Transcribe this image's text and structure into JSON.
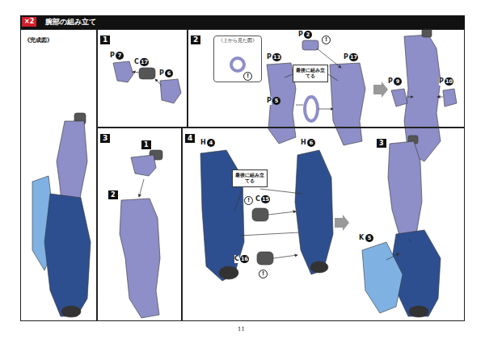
{
  "diagram": {
    "title": "腕部の組み立て",
    "nodes": [
      {
        "text": [
          "《完成図》"
        ]
      },
      {
        "text": [
          "1"
        ]
      },
      {
        "text": [
          "2"
        ]
      },
      {
        "text": [
          "3"
        ]
      },
      {
        "text": [
          "4"
        ]
      },
      {
        "text": [
          "《上から見た図》"
        ],
        "in": 2
      },
      {
        "text": [
          "最後に組み立てる"
        ],
        "in": 2
      },
      {
        "text": [
          "最後に組み立てる"
        ],
        "in": 4
      }
    ],
    "labels": [
      "×2",
      "P",
      "7",
      "C",
      "17",
      "P",
      "6",
      "P",
      "2",
      "!",
      "!",
      "P",
      "13",
      "P",
      "17",
      "P",
      "5",
      "P",
      "9",
      "P",
      "10",
      "1",
      "2",
      "H",
      "4",
      "H",
      "6",
      "!",
      "C",
      "15",
      "C",
      "16",
      "!",
      "3",
      "K",
      "5",
      "11"
    ]
  }
}
